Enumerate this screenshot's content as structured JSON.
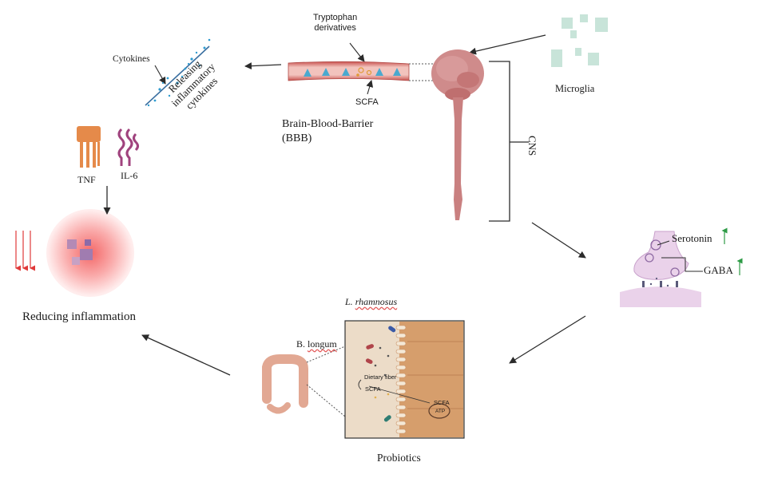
{
  "labels": {
    "tryptophan": "Tryptophan\nderivatives",
    "scfa_bbb": "SCFA",
    "bbb": "Brain-Blood-Barrier\n(BBB)",
    "cytokines": "Cytokines",
    "releasing": "Releasing\ninflammatory\ncytokines",
    "tnf": "TNF",
    "il6": "IL-6",
    "microglia": "Microglia",
    "cns": "CNS",
    "serotonin": "Serotonin",
    "gaba": "GABA",
    "reducing": "Reducing inflammation",
    "l_rhamnosus_prefix": "L.",
    "l_rhamnosus_name": "rhamnosus",
    "b_longum_prefix": "B.",
    "b_longum_name": "longum",
    "dietary_fiber": "Dietary fiber",
    "scfa_gut": "SCFA",
    "scfa_cell": "SCFA",
    "atp": "ATP",
    "probiotics": "Probiotics"
  },
  "colors": {
    "arrow": "#2b2b2b",
    "up_arrow": "#2e9b46",
    "down_arrow": "#e03a3a",
    "brain": "#c97b7b",
    "vessel": "#e9a9a3",
    "cytokine": "#2f9bd0",
    "tnf": "#e58a4a",
    "il6": "#a0437e",
    "synapse": "#ead2ea",
    "colon": "#e7b0a0",
    "gut_panel": "#ead9c4",
    "villi": "#c79066"
  },
  "icons": [
    "brain-spinal-cord-icon",
    "blood-vessel-icon",
    "cytokine-spray-icon",
    "tnf-receptor-icon",
    "il6-receptor-icon",
    "microglia-icon",
    "synapse-icon",
    "inflamed-cell-icon",
    "colon-icon",
    "gut-lumen-panel-icon"
  ]
}
